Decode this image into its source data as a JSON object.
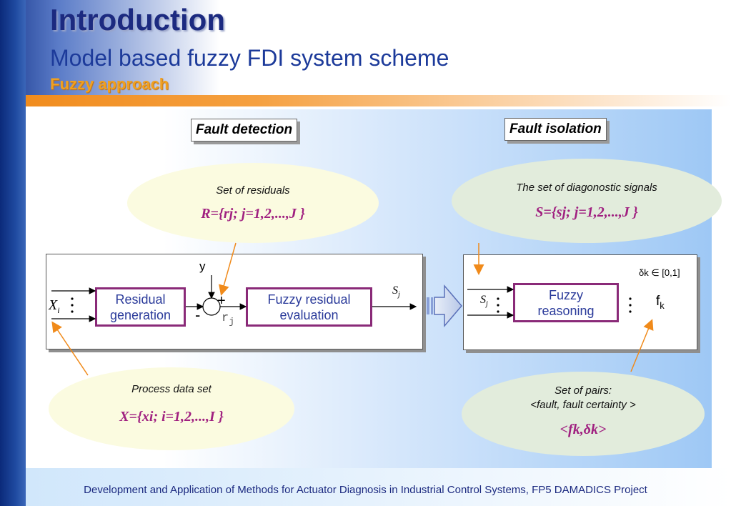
{
  "header": {
    "title": "Introduction",
    "subtitle": "Model based fuzzy FDI system scheme",
    "section": "Fuzzy approach"
  },
  "diagram": {
    "fault_detection_label": "Fault detection",
    "fault_isolation_label": "Fault isolation",
    "residuals": {
      "caption": "Set of  residuals",
      "formula": "R={rj; j=1,2,...,J }"
    },
    "diagnostic_signals": {
      "caption": "The set of diagonostic signals",
      "formula": "S={sj; j=1,2,...,J }"
    },
    "process_data": {
      "caption": "Process data set",
      "formula": "X={xi; i=1,2,...,I }"
    },
    "pairs": {
      "caption_line1": "Set of pairs:",
      "caption_line2": "<fault, fault certainty >",
      "formula": "<fk,δk>"
    },
    "residual_generation": {
      "line1": "Residual",
      "line2": "generation"
    },
    "fuzzy_residual_evaluation": {
      "line1": "Fuzzy residual",
      "line2": "evaluation"
    },
    "fuzzy_reasoning": {
      "line1": "Fuzzy",
      "line2": "reasoning"
    },
    "input_x": "X",
    "input_x_sub": "i",
    "output_y": "y",
    "plus_sign": "+",
    "minus_sign": "-",
    "residual_r": "r",
    "residual_r_sub": "j",
    "signal_s": "S",
    "signal_s_sub": "j",
    "input_s": "S",
    "input_s_sub": "j",
    "delta_range": "δk ∈ [0,1]",
    "output_f": "f",
    "output_f_sub": "k"
  },
  "footer": "Development and Application of Methods for Actuator Diagnosis in Industrial Control Systems, FP5 DAMADICS  Project",
  "colors": {
    "accent_orange": "#f08a1a",
    "box_border": "#8a2a78",
    "formula": "#a02080",
    "title": "#1c2a80"
  }
}
